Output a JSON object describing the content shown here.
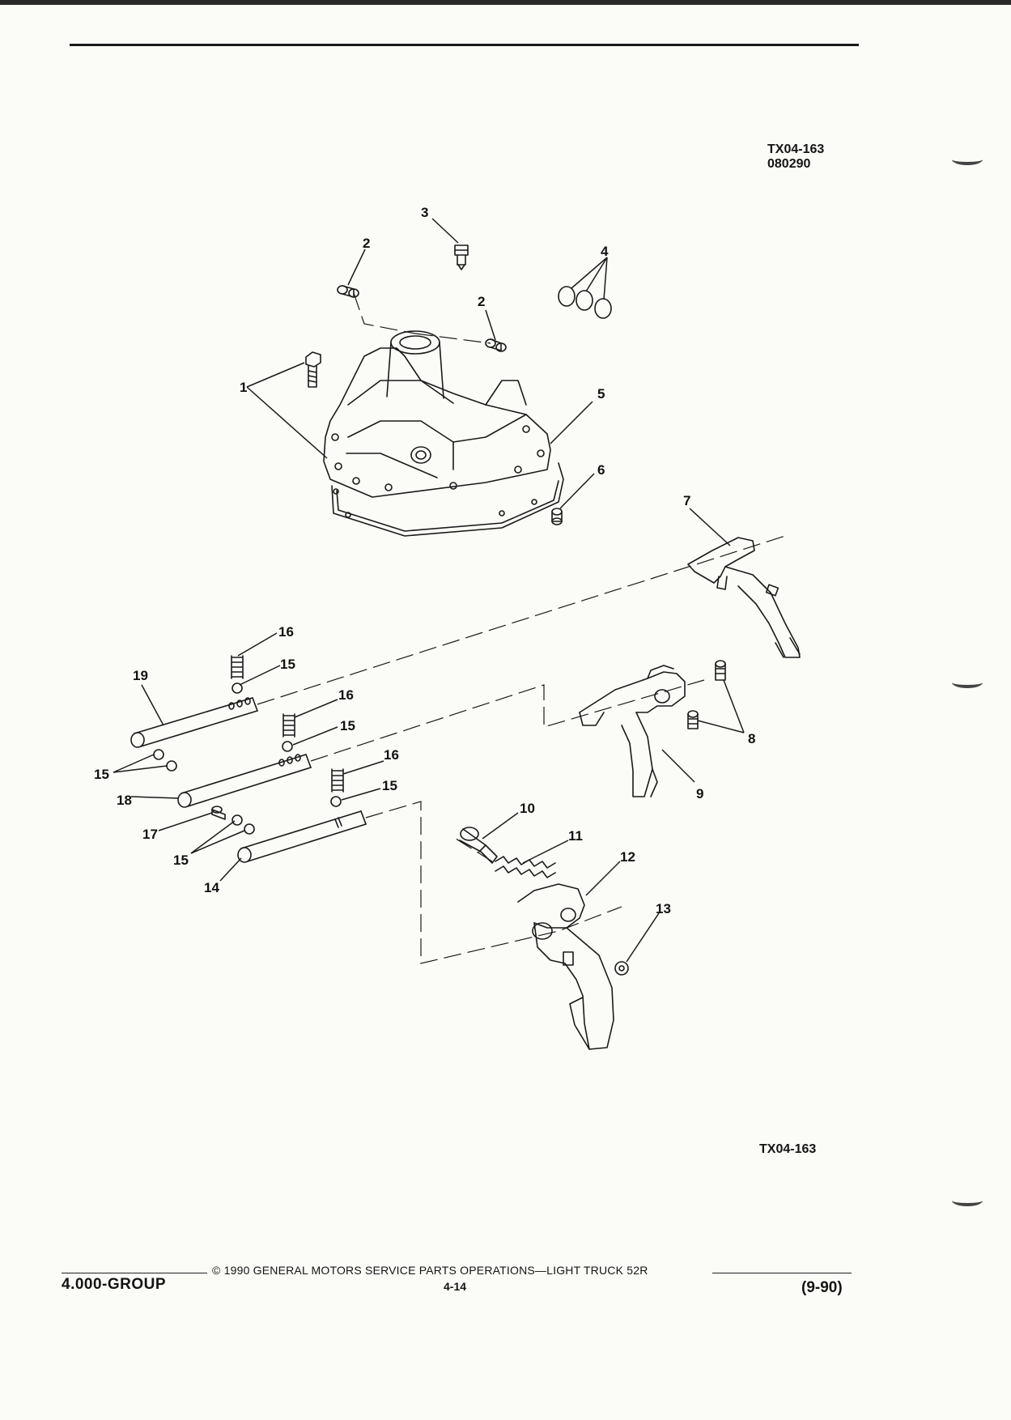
{
  "figure": {
    "id_top": "TX04-163",
    "date_code": "080290",
    "id_bottom": "TX04-163"
  },
  "callouts": {
    "c1": "1",
    "c2a": "2",
    "c2b": "2",
    "c3": "3",
    "c4": "4",
    "c5": "5",
    "c6": "6",
    "c7": "7",
    "c8": "8",
    "c9": "9",
    "c10": "10",
    "c11": "11",
    "c12": "12",
    "c13": "13",
    "c14": "14",
    "c15a": "15",
    "c15b": "15",
    "c15c": "15",
    "c15d": "15",
    "c15e": "15",
    "c16a": "16",
    "c16b": "16",
    "c16c": "16",
    "c17": "17",
    "c18": "18",
    "c19": "19"
  },
  "footer": {
    "group": "4.000-GROUP",
    "copyright": "© 1990 GENERAL MOTORS SERVICE PARTS OPERATIONS—LIGHT TRUCK 52R",
    "page": "4-14",
    "revision": "(9-90)"
  }
}
